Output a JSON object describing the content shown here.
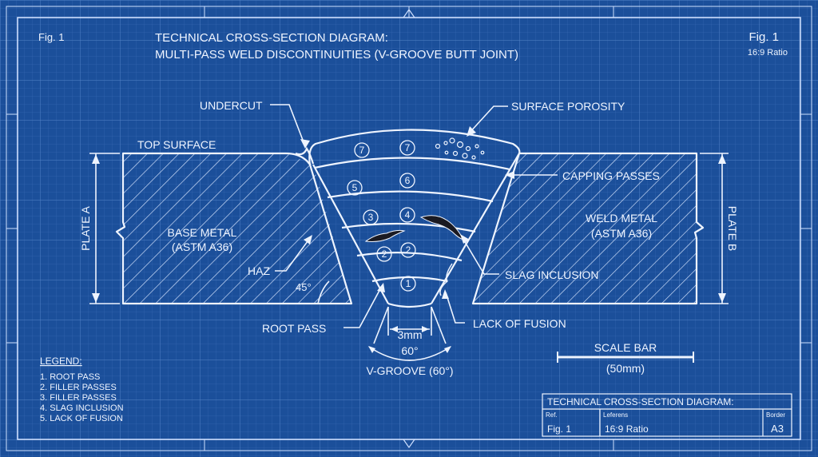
{
  "header": {
    "fig_left": "Fig. 1",
    "title_line1": "TECHNICAL CROSS-SECTION DIAGRAM:",
    "title_line2": "MULTI-PASS WELD DISCONTINUITIES (V-GROOVE BUTT JOINT)",
    "fig_right": "Fig. 1",
    "ratio": "16:9 Ratio"
  },
  "labels": {
    "undercut": "UNDERCUT",
    "surface_porosity": "SURFACE POROSITY",
    "top_surface": "TOP SURFACE",
    "capping_passes": "CAPPING PASSES",
    "plate_a": "PLATE A",
    "plate_b": "PLATE B",
    "base_metal_1": "BASE METAL",
    "base_metal_2": "(ASTM A36)",
    "weld_metal_1": "WELD METAL",
    "weld_metal_2": "(ASTM A36)",
    "haz": "HAZ",
    "angle_45": "45°",
    "slag_inclusion": "SLAG INCLUSION",
    "root_pass": "ROOT PASS",
    "lack_of_fusion": "LACK OF FUSION",
    "gap": "3mm",
    "angle_60": "60°",
    "v_groove": "V-GROOVE (60°)"
  },
  "passes": [
    "1",
    "2",
    "2",
    "3",
    "4",
    "5",
    "6",
    "7",
    "7"
  ],
  "legend": {
    "title": "LEGEND:",
    "items": [
      "1. ROOT PASS",
      "2. FILLER PASSES",
      "3. FILLER PASSES",
      "4. SLAG INCLUSION",
      "5. LACK OF FUSION"
    ]
  },
  "scale": {
    "title": "SCALE BAR",
    "value": "(50mm)"
  },
  "title_block": {
    "title": "TECHNICAL CROSS-SECTION DIAGRAM:",
    "ref_label": "Ref.",
    "ref_value": "Fig. 1",
    "leferens_label": "Leferens",
    "leferens_value": "16:9 Ratio",
    "border_label": "Border",
    "border_value": "A3"
  },
  "colors": {
    "background": "#1b4f9a",
    "lines": "#eef4ff",
    "slag": "#1a1a22"
  }
}
